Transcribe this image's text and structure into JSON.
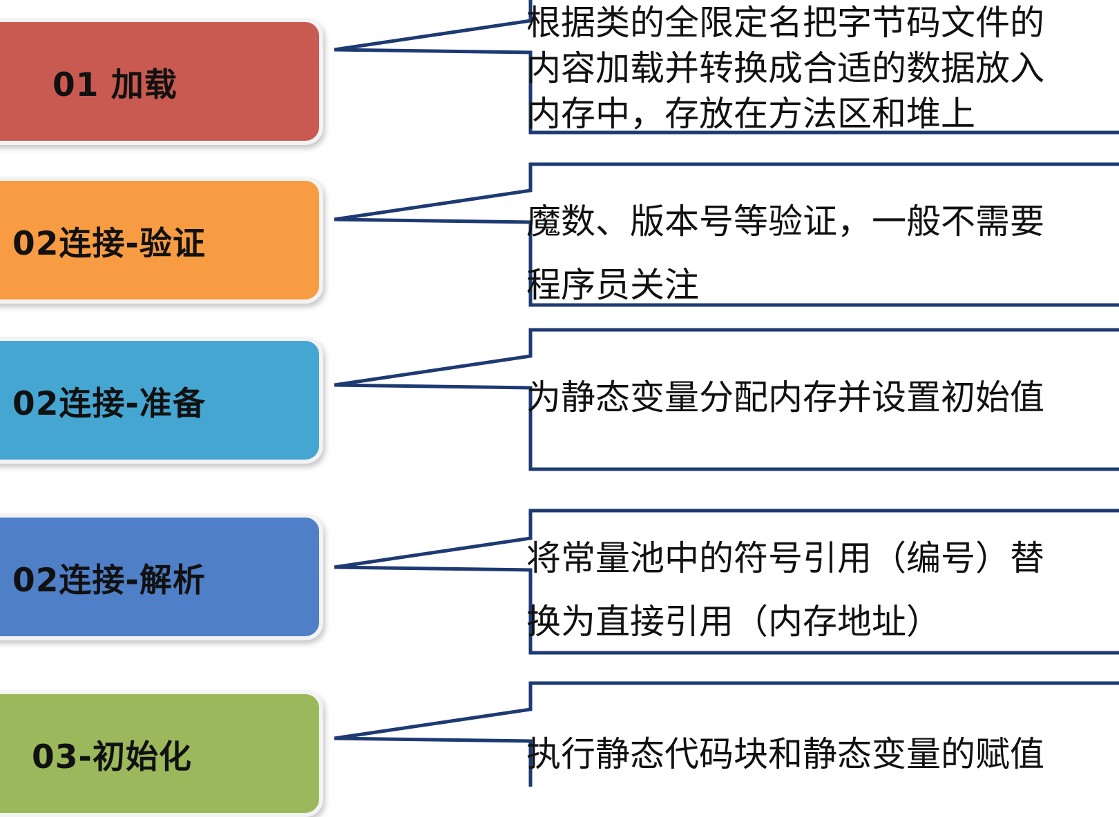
{
  "colors": {
    "line": "#1d3a72",
    "stage_load": "#c95a51",
    "stage_verify": "#f79c43",
    "stage_prepare": "#46a6d2",
    "stage_resolve": "#4e7fc7",
    "stage_init": "#9bb95c"
  },
  "stages": [
    {
      "label": "01 加载",
      "color": "#c95a51",
      "lines": [
        "根据类的全限定名把字节码文件的",
        "内容加载并转换成合适的数据放入",
        "内存中，存放在方法区和堆上"
      ]
    },
    {
      "label": "02连接-验证",
      "color": "#f79c43",
      "lines": [
        "魔数、版本号等验证，一般不需要",
        "程序员关注"
      ]
    },
    {
      "label": "02连接-准备",
      "color": "#46a6d2",
      "lines": [
        "为静态变量分配内存并设置初始值"
      ]
    },
    {
      "label": "02连接-解析",
      "color": "#4e7fc7",
      "lines": [
        "将常量池中的符号引用（编号）替",
        "换为直接引用（内存地址）"
      ]
    },
    {
      "label": "03-初始化",
      "color": "#9bb95c",
      "lines": [
        "执行静态代码块和静态变量的赋值"
      ]
    }
  ]
}
